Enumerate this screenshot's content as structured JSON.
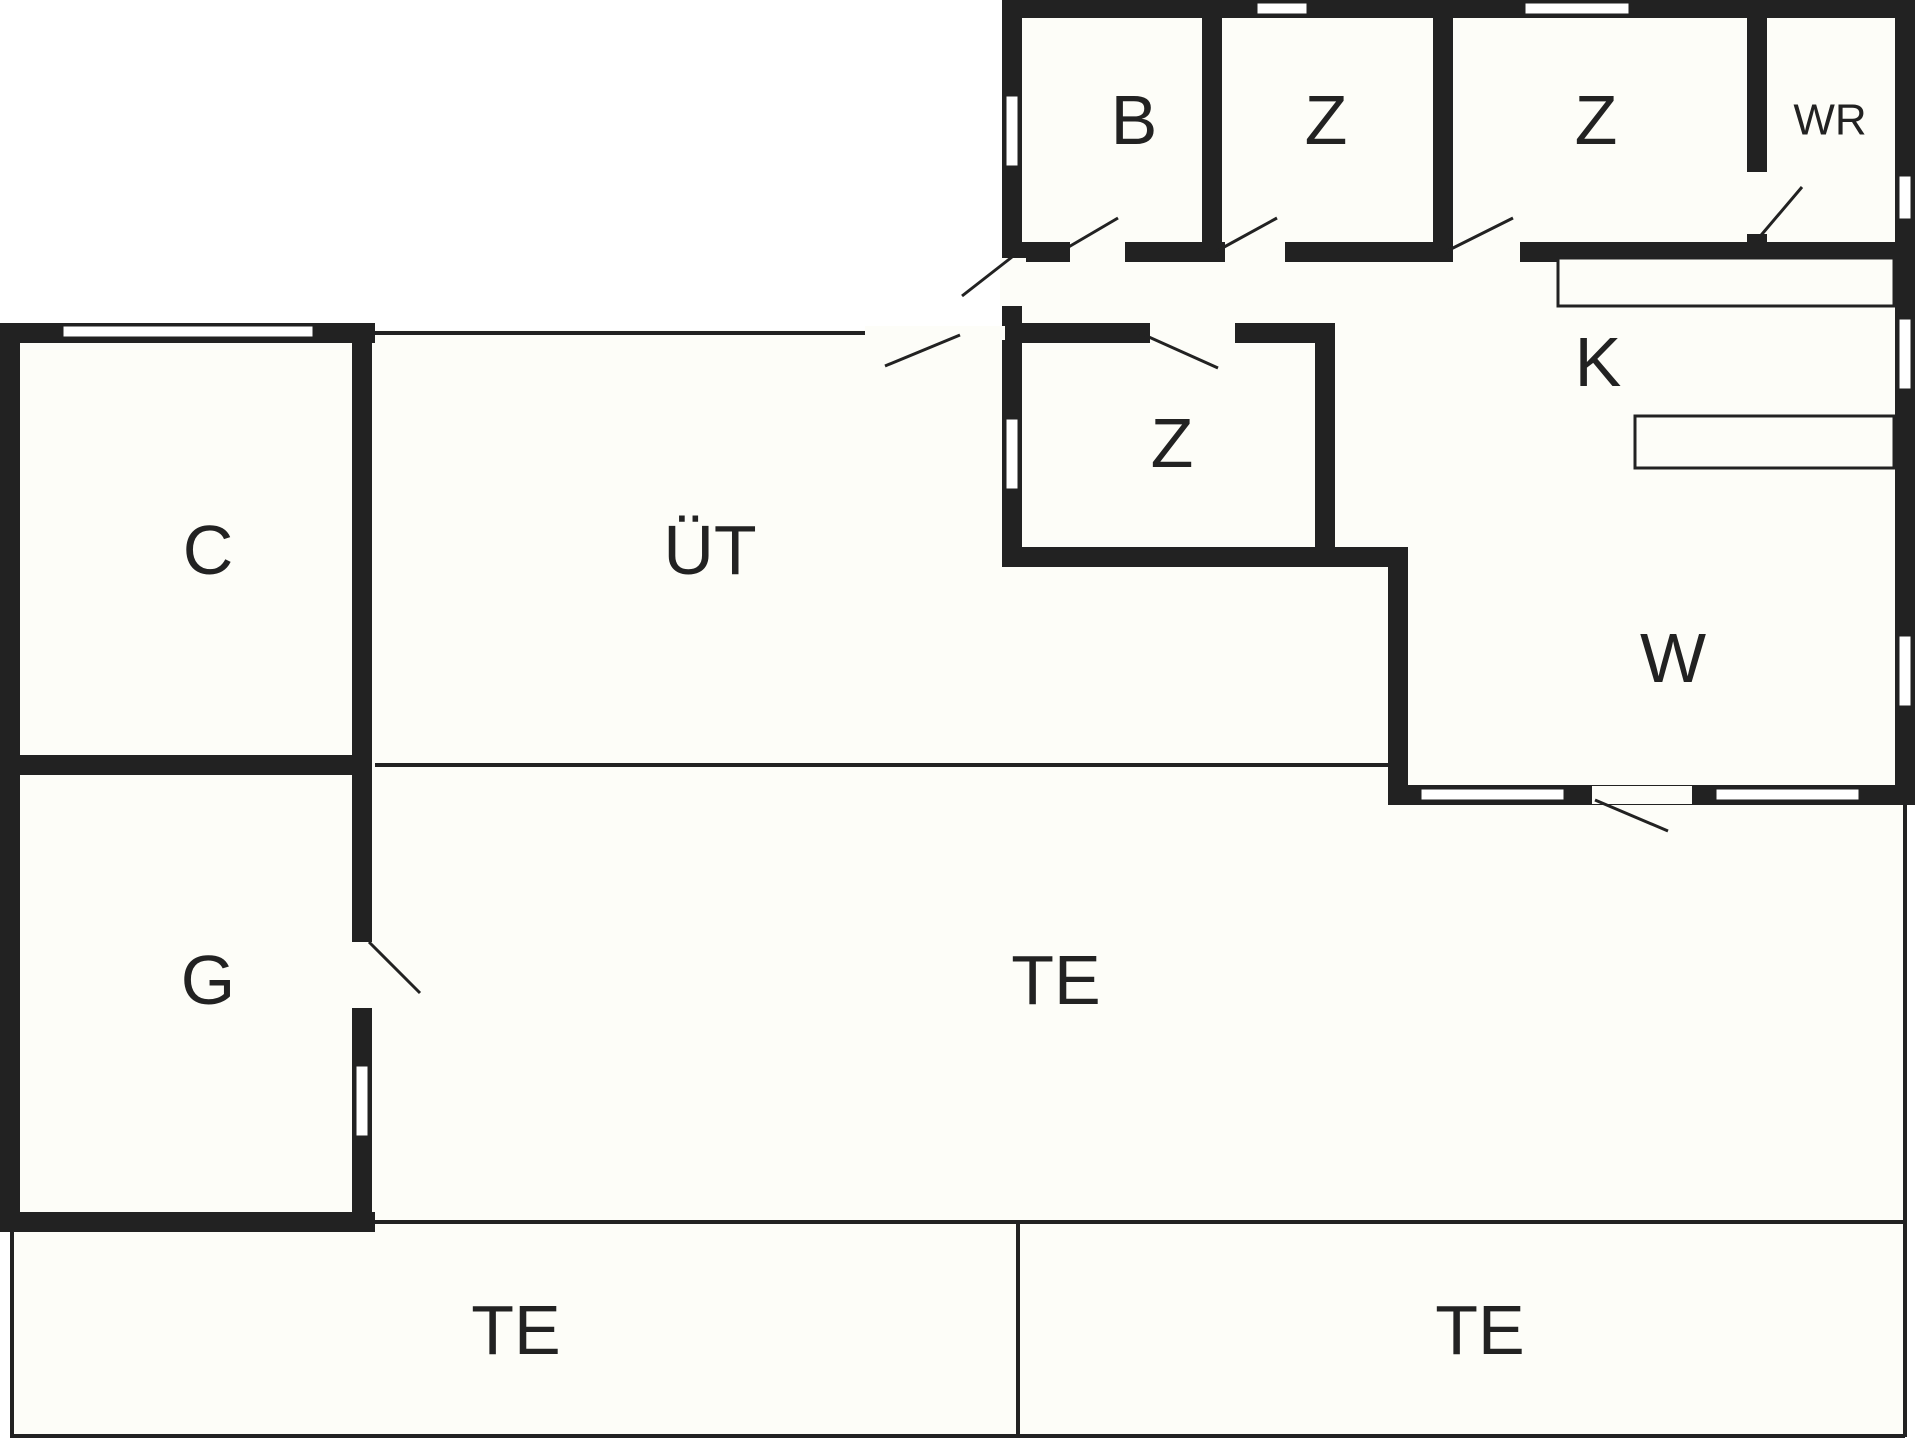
{
  "diagram": {
    "type": "floor-plan",
    "colors": {
      "wall": "#222222",
      "floor": "#fdfdf8",
      "background": "#ffffff"
    },
    "rooms": [
      {
        "id": "c",
        "label": "C"
      },
      {
        "id": "ut",
        "label": "ÜT"
      },
      {
        "id": "g",
        "label": "G"
      },
      {
        "id": "te-main",
        "label": "TE"
      },
      {
        "id": "te-left",
        "label": "TE"
      },
      {
        "id": "te-right",
        "label": "TE"
      },
      {
        "id": "b",
        "label": "B"
      },
      {
        "id": "z1",
        "label": "Z"
      },
      {
        "id": "z2",
        "label": "Z"
      },
      {
        "id": "wr",
        "label": "WR"
      },
      {
        "id": "k",
        "label": "K"
      },
      {
        "id": "z3",
        "label": "Z"
      },
      {
        "id": "w",
        "label": "W"
      }
    ]
  }
}
